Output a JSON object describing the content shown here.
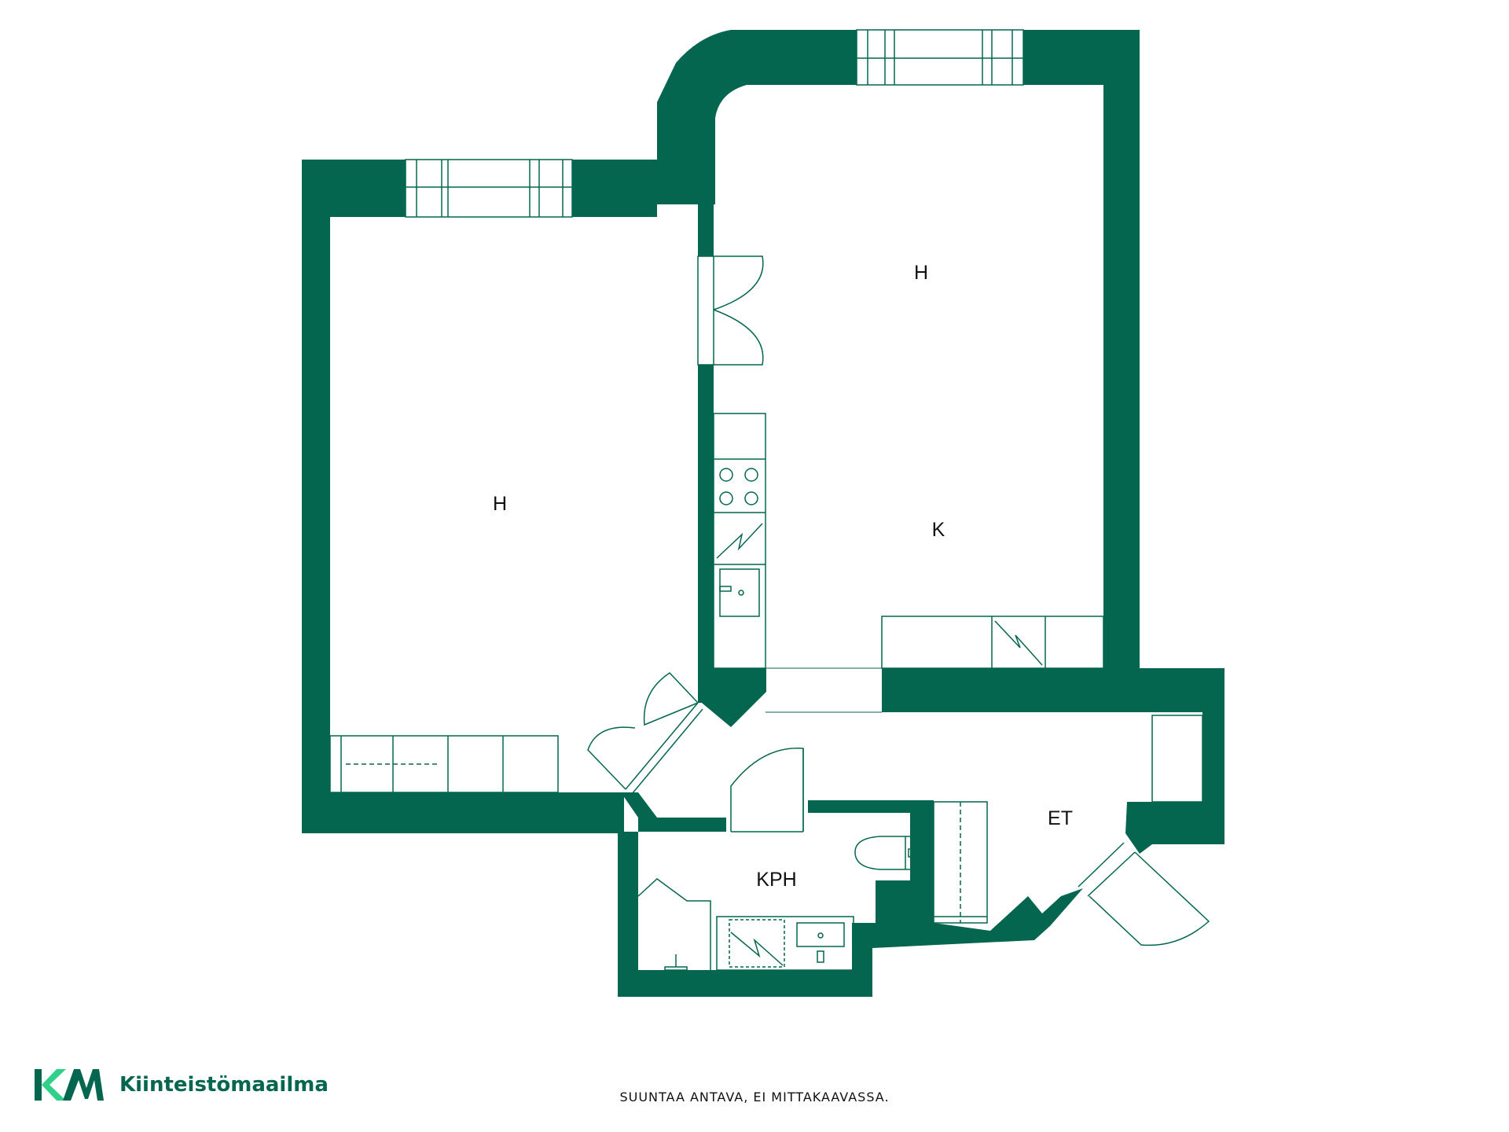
{
  "rooms": {
    "left_bedroom": "H",
    "right_bedroom": "H",
    "kitchen": "K",
    "bathroom": "KPH",
    "entrance": "ET"
  },
  "footer": {
    "disclaimer": "SUUNTAA ANTAVA, EI MITTAKAAVASSA.",
    "brand_name": "Kiinteistömaailma"
  },
  "colors": {
    "wall": "#05664f",
    "lines": "#05664f",
    "logo_k": "#05664f",
    "logo_m_light": "#2fd08a",
    "background": "#ffffff"
  }
}
